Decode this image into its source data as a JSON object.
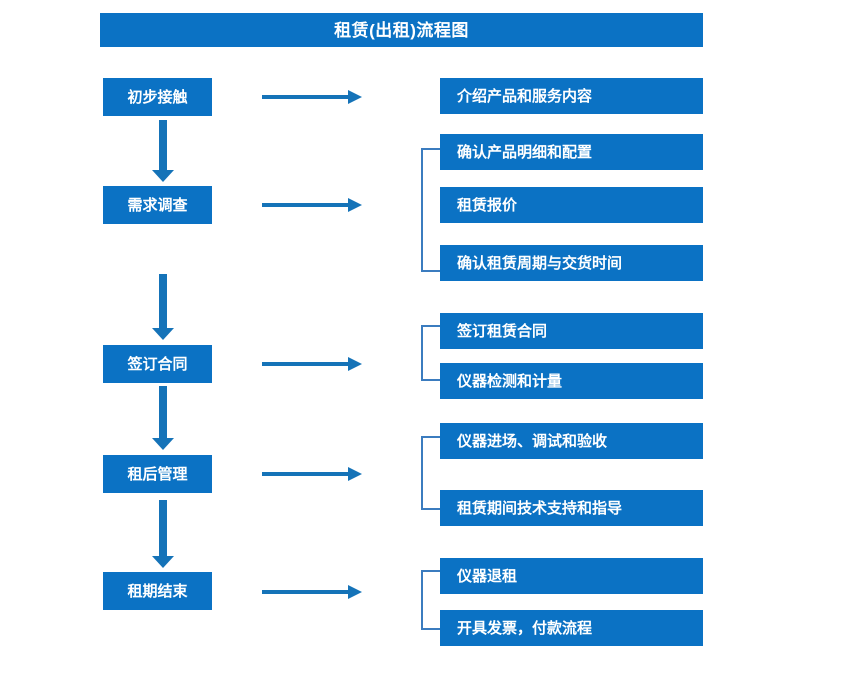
{
  "diagram": {
    "title": "租赁(出租)流程图",
    "colors": {
      "box_blue": "#0b72c4",
      "arrow_blue": "#1573b8",
      "bracket_blue": "#3b7cbf",
      "box_text": "#ffffff",
      "background": "#ffffff"
    },
    "stages": [
      {
        "id": "stage-1",
        "label": "初步接触"
      },
      {
        "id": "stage-2",
        "label": "需求调查"
      },
      {
        "id": "stage-3",
        "label": "签订合同"
      },
      {
        "id": "stage-4",
        "label": "租后管理"
      },
      {
        "id": "stage-5",
        "label": "租期结束"
      }
    ],
    "details": [
      {
        "id": "detail-1",
        "label": "介绍产品和服务内容",
        "group": 1
      },
      {
        "id": "detail-2",
        "label": "确认产品明细和配置",
        "group": 2
      },
      {
        "id": "detail-3",
        "label": "租赁报价",
        "group": 2
      },
      {
        "id": "detail-4",
        "label": "确认租赁周期与交货时间",
        "group": 2
      },
      {
        "id": "detail-5",
        "label": "签订租赁合同",
        "group": 3
      },
      {
        "id": "detail-6",
        "label": "仪器检测和计量",
        "group": 3
      },
      {
        "id": "detail-7",
        "label": "仪器进场、调试和验收",
        "group": 4
      },
      {
        "id": "detail-8",
        "label": "租赁期间技术支持和指导",
        "group": 4
      },
      {
        "id": "detail-9",
        "label": "仪器退租",
        "group": 5
      },
      {
        "id": "detail-10",
        "label": "开具发票，付款流程",
        "group": 5
      }
    ],
    "connectors": {
      "stage_to_detail_arrows": 5,
      "stage_to_stage_arrows": 4,
      "group_brackets": 4
    }
  }
}
